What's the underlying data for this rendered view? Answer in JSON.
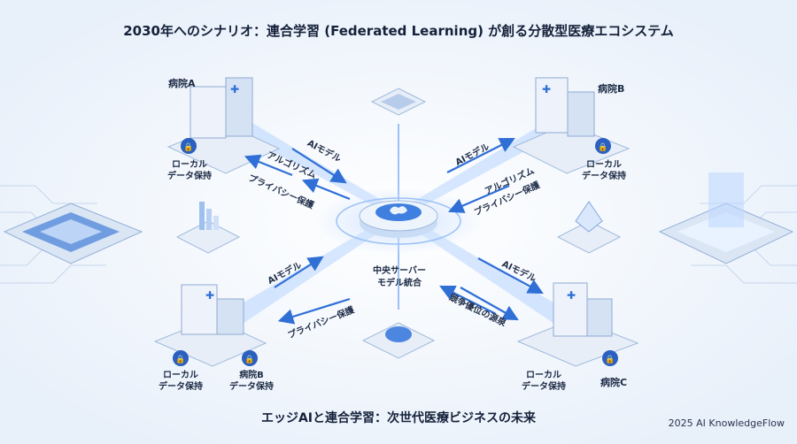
{
  "title": "2030年へのシナリオ：連合学習 (Federated Learning) が創る分散型医療エコシステム",
  "subtitle": "エッジAIと連合学習：次世代医療ビジネスの未来",
  "credit": "2025 AI KnowledgeFlow",
  "hospitals": {
    "top_left": {
      "name": "病院A",
      "note_line1": "ローカル",
      "note_line2": "データ保持"
    },
    "top_right": {
      "name": "病院B",
      "note_line1": "ローカル",
      "note_line2": "データ保持"
    },
    "bottom_left_a": {
      "note_line1": "ローカル",
      "note_line2": "データ保持"
    },
    "bottom_left_b": {
      "name": "病院B",
      "note_line1": "データ保持"
    },
    "bottom_right": {
      "name": "病院C",
      "note_line1": "ローカル",
      "note_line2": "データ保持"
    }
  },
  "center": {
    "line1": "中央サーバー",
    "line2": "モデル統合"
  },
  "arrows": {
    "tl_ai": "AIモデル",
    "tl_algo": "アルゴリズム",
    "tl_priv": "プライバシー保護",
    "tr_ai": "AIモデル",
    "tr_algo": "アルゴリズム",
    "tr_priv": "プライバシー保護",
    "bl_ai": "AIモデル",
    "bl_priv": "プライバシー保護",
    "br_ai": "AIモデル",
    "br_comp": "競争優位の源泉"
  },
  "colors": {
    "accent": "#2f6fd6",
    "beam": "#7fb2ff",
    "building": "#dfe9f7",
    "lock": "#2b5fc0"
  }
}
